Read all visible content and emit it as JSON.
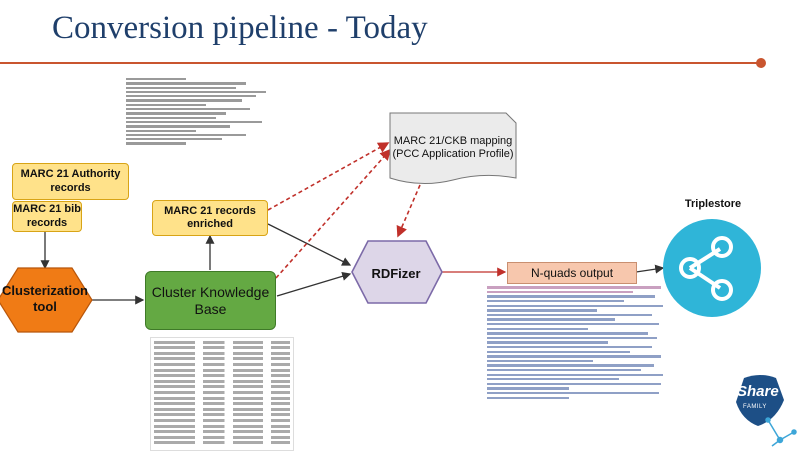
{
  "title": "Conversion pipeline - Today",
  "nodes": {
    "authority": "MARC 21 Authority records",
    "bib": "MARC 21 bib records",
    "clusterization": "Clusterization tool",
    "cluster_kb": "Cluster Knowledge Base",
    "enriched": "MARC 21 records enriched",
    "mapping": "MARC 21/CKB mapping (PCC Application Profile)",
    "rdfizer": "RDFizer",
    "nquads": "N-quads output",
    "triplestore": "Triplestore"
  },
  "logo": {
    "share": "Share",
    "family": "FAMILY"
  },
  "colors": {
    "title": "#1f3f6b",
    "accent": "#c9552f",
    "yellow_box": "#ffe28a",
    "orange_hex": "#f07b15",
    "green_box": "#64a943",
    "rdfizer_fill": "#ddd6e8",
    "nquads_fill": "#f7c7ad",
    "triplestore": "#2fb5d8"
  },
  "icons": [
    "document-icon",
    "graph-network-icon",
    "share-family-logo"
  ]
}
